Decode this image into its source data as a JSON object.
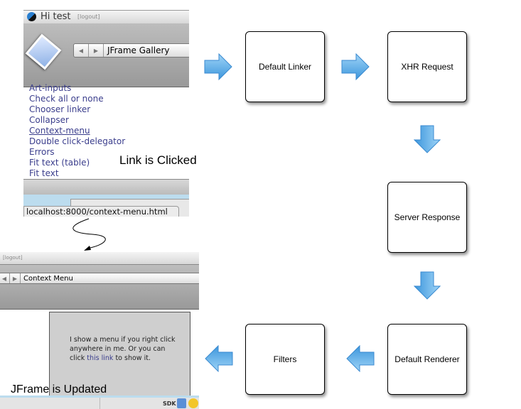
{
  "top_screenshot": {
    "greeting": "Hi test",
    "logout": "[logout]",
    "window_title": "JFrame Gallery",
    "links": [
      "Art-inputs",
      "Check all or none",
      "Chooser linker",
      "Collapser",
      "Context-menu",
      "Double click-delegator",
      "Errors",
      "Fit text (table)",
      "Fit text"
    ],
    "status_url": "localhost:8000/context-menu.html"
  },
  "bottom_screenshot": {
    "logout": "[logout]",
    "window_title": "Context Menu",
    "content_text": "I show a menu if you right click anywhere in me. Or you can click",
    "content_link": "this link",
    "content_tail": " to show it.",
    "dock_label": "SDK"
  },
  "captions": {
    "clicked": "Link is Clicked",
    "updated": "JFrame is Updated"
  },
  "steps": [
    "Default Linker",
    "XHR Request",
    "Server Response",
    "Default Renderer",
    "Filters"
  ],
  "colors": {
    "arrow": "#5aaee8",
    "link": "#3a3d8c"
  }
}
